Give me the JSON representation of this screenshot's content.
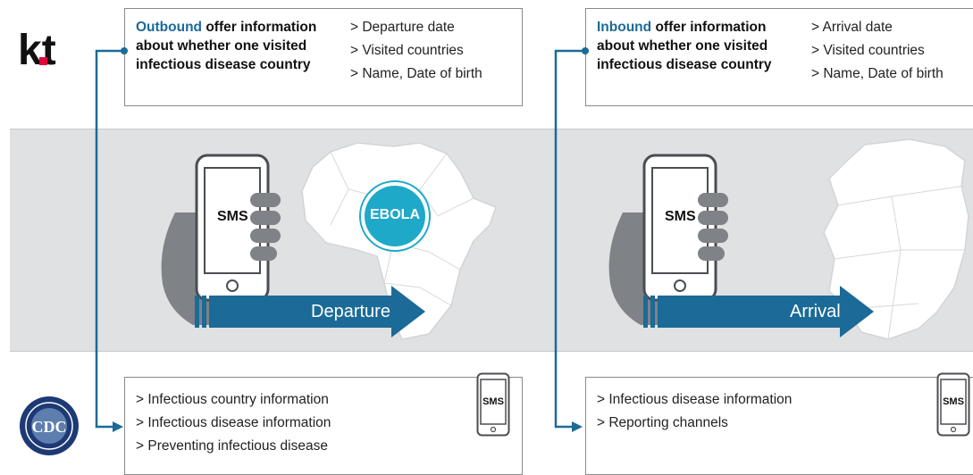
{
  "outbound": {
    "highlight": "Outbound",
    "rest": "offer information",
    "line2": "about whether one visited",
    "line3": "infectious disease country",
    "items": [
      "> Departure date",
      "> Visited countries",
      "> Name, Date of birth"
    ]
  },
  "inbound": {
    "highlight": "Inbound",
    "rest": "offer information",
    "line2": "about whether one visited",
    "line3": "infectious disease country",
    "items": [
      "> Arrival date",
      "> Visited countries",
      "> Name, Date of birth"
    ]
  },
  "middle": {
    "sms_label": "SMS",
    "ebola_label": "EBOLA",
    "departure_label": "Departure",
    "arrival_label": "Arrival"
  },
  "bottom_left": {
    "items": [
      "> Infectious country information",
      "> Infectious disease information",
      "> Preventing infectious disease"
    ],
    "sms_label": "SMS"
  },
  "bottom_right": {
    "items": [
      "> Infectious disease information",
      "> Reporting channels"
    ],
    "sms_label": "SMS"
  },
  "logos": {
    "kt": "kt",
    "cdc": "CDC"
  },
  "colors": {
    "accent": "#1b6a97",
    "ebola": "#1fa9c9",
    "band": "#dfe1e3",
    "map": "#ffffff"
  }
}
